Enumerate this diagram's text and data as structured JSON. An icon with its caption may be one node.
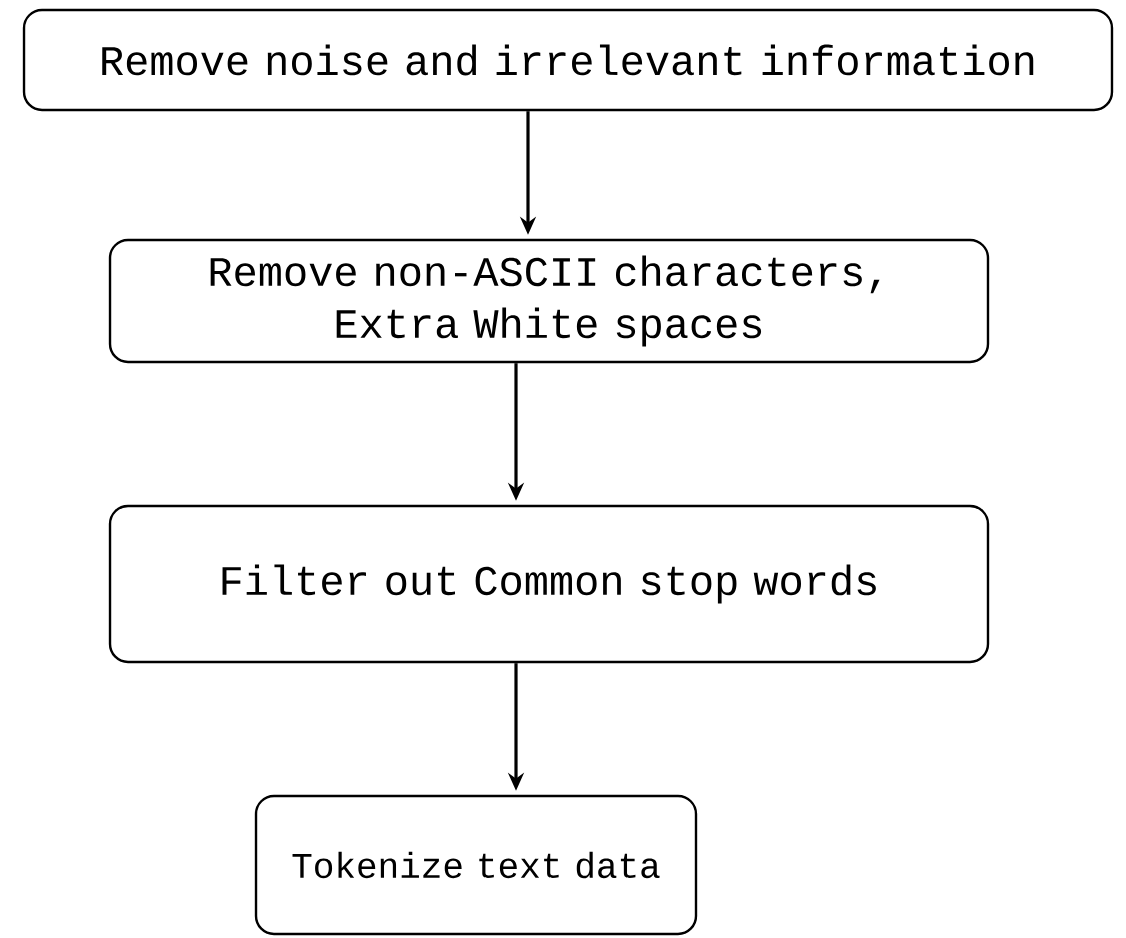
{
  "diagram": {
    "nodes": [
      {
        "text": [
          "Remove noise and irrelevant information"
        ]
      },
      {
        "text": [
          "Remove non-ASCII characters, Extra White spaces"
        ]
      },
      {
        "text": [
          "Filter out Common stop words"
        ]
      },
      {
        "text": [
          "Tokenize text data"
        ]
      }
    ],
    "edges": [
      {
        "from": 0,
        "to": 1,
        "arrow": "to"
      },
      {
        "from": 1,
        "to": 2,
        "arrow": "to"
      },
      {
        "from": 2,
        "to": 3,
        "arrow": "to"
      }
    ]
  }
}
